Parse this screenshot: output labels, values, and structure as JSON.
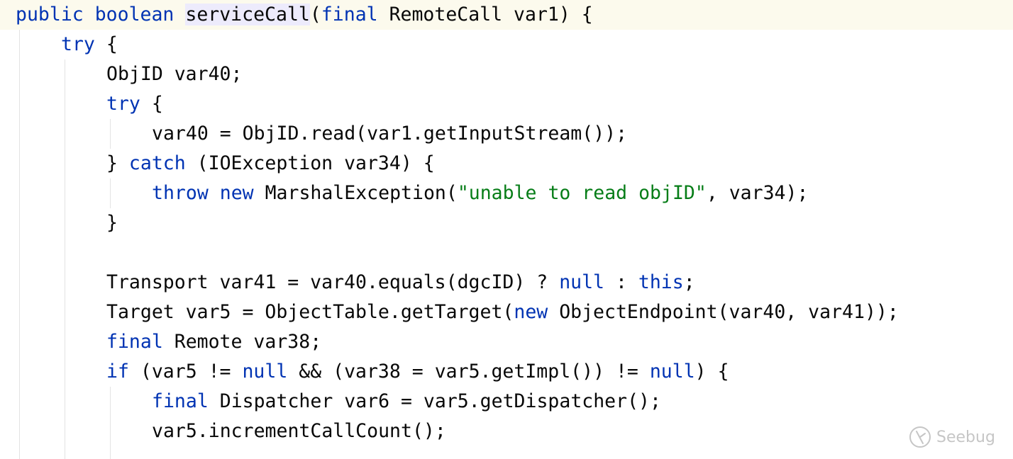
{
  "lines": [
    [
      {
        "t": "public",
        "c": "kw"
      },
      {
        "t": " ",
        "c": "plain"
      },
      {
        "t": "boolean",
        "c": "kw"
      },
      {
        "t": " ",
        "c": "plain"
      },
      {
        "t": "serviceCall",
        "c": "method-hl"
      },
      {
        "t": "(",
        "c": "plain"
      },
      {
        "t": "final",
        "c": "kw"
      },
      {
        "t": " RemoteCall var1) {",
        "c": "plain"
      }
    ],
    [
      {
        "t": "try",
        "c": "kw"
      },
      {
        "t": " {",
        "c": "plain"
      }
    ],
    [
      {
        "t": "ObjID var40;",
        "c": "plain"
      }
    ],
    [
      {
        "t": "try",
        "c": "kw"
      },
      {
        "t": " {",
        "c": "plain"
      }
    ],
    [
      {
        "t": "var40 = ObjID.read(var1.getInputStream());",
        "c": "plain"
      }
    ],
    [
      {
        "t": "} ",
        "c": "plain"
      },
      {
        "t": "catch",
        "c": "kw"
      },
      {
        "t": " (IOException var34) {",
        "c": "plain"
      }
    ],
    [
      {
        "t": "throw",
        "c": "kw"
      },
      {
        "t": " ",
        "c": "plain"
      },
      {
        "t": "new",
        "c": "kw"
      },
      {
        "t": " MarshalException(",
        "c": "plain"
      },
      {
        "t": "\"unable to read objID\"",
        "c": "str"
      },
      {
        "t": ", var34);",
        "c": "plain"
      }
    ],
    [
      {
        "t": "}",
        "c": "plain"
      }
    ],
    [],
    [
      {
        "t": "Transport var41 = var40.equals(dgcID) ? ",
        "c": "plain"
      },
      {
        "t": "null",
        "c": "kw"
      },
      {
        "t": " : ",
        "c": "plain"
      },
      {
        "t": "this",
        "c": "kw"
      },
      {
        "t": ";",
        "c": "plain"
      }
    ],
    [
      {
        "t": "Target var5 = ObjectTable.getTarget(",
        "c": "plain"
      },
      {
        "t": "new",
        "c": "kw"
      },
      {
        "t": " ObjectEndpoint(var40, var41));",
        "c": "plain"
      }
    ],
    [
      {
        "t": "final",
        "c": "kw"
      },
      {
        "t": " Remote var38;",
        "c": "plain"
      }
    ],
    [
      {
        "t": "if",
        "c": "kw"
      },
      {
        "t": " (var5 != ",
        "c": "plain"
      },
      {
        "t": "null",
        "c": "kw"
      },
      {
        "t": " && (var38 = var5.getImpl()) != ",
        "c": "plain"
      },
      {
        "t": "null",
        "c": "kw"
      },
      {
        "t": ") {",
        "c": "plain"
      }
    ],
    [
      {
        "t": "final",
        "c": "kw"
      },
      {
        "t": " Dispatcher var6 = var5.getDispatcher();",
        "c": "plain"
      }
    ],
    [
      {
        "t": "var5.incrementCallCount();",
        "c": "plain"
      }
    ]
  ],
  "watermark": {
    "text": "Seebug",
    "icon": "seebug-logo-icon"
  },
  "colors": {
    "keyword": "#0033b3",
    "string": "#067d17",
    "text": "#080808",
    "current_line": "#fcfaed",
    "method_highlight": "#edebfc",
    "indent_guide": "#e3e3e3",
    "watermark": "#c6c6c6"
  }
}
